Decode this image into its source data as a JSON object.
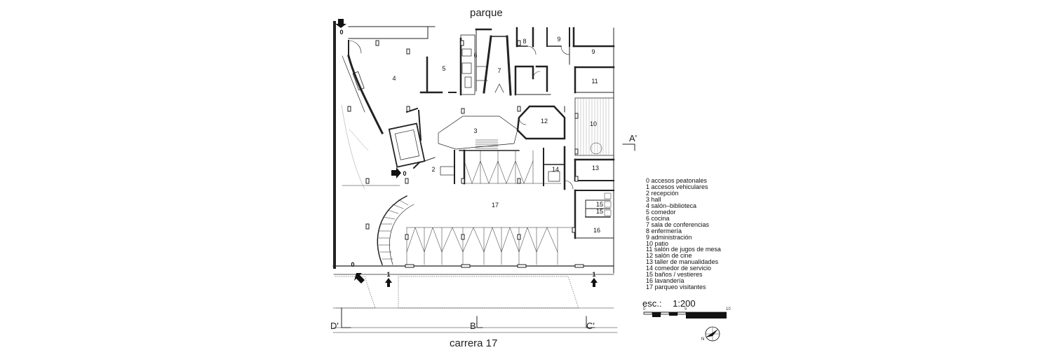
{
  "labels": {
    "top_street": "parque",
    "bottom_street": "carrera 17"
  },
  "rooms": {
    "r4": "4",
    "r5": "5",
    "r6": "6",
    "r7": "7",
    "r8": "8",
    "r9a": "9",
    "r9b": "9",
    "r11": "11",
    "r3": "3",
    "r12": "12",
    "r10": "10",
    "r2": "2",
    "r13": "13",
    "r14": "14",
    "r17": "17",
    "r15a": "15",
    "r15b": "15",
    "r16": "16"
  },
  "access_marks": {
    "top_left": "0",
    "left_entry": "0",
    "bottom_left": "0",
    "vehicular_left": "1",
    "vehicular_right": "1"
  },
  "section_marks": {
    "a": "A'",
    "b": "B'",
    "c": "C'",
    "d": "D'"
  },
  "legend": [
    "0 accesos peatonales",
    "1 accesos vehiculares",
    "2 recepción",
    "3 hall",
    "4 salón–biblioteca",
    "5 comedor",
    "6 cocina",
    "7 sala de conferencias",
    "8 enfermería",
    "9 administración",
    "10 patio",
    "11 salón de jugos de mesa",
    "12 salón de cine",
    "13 taller de manualidades",
    "14 comedor de servicio",
    "15 baños / vestieres",
    "16 lavandería",
    "17 parqueo visitantes"
  ],
  "scale": {
    "label": "esc.:",
    "value": "1:200",
    "ticks": [
      "0",
      "5",
      "10"
    ]
  },
  "north": {
    "letter": "N"
  }
}
